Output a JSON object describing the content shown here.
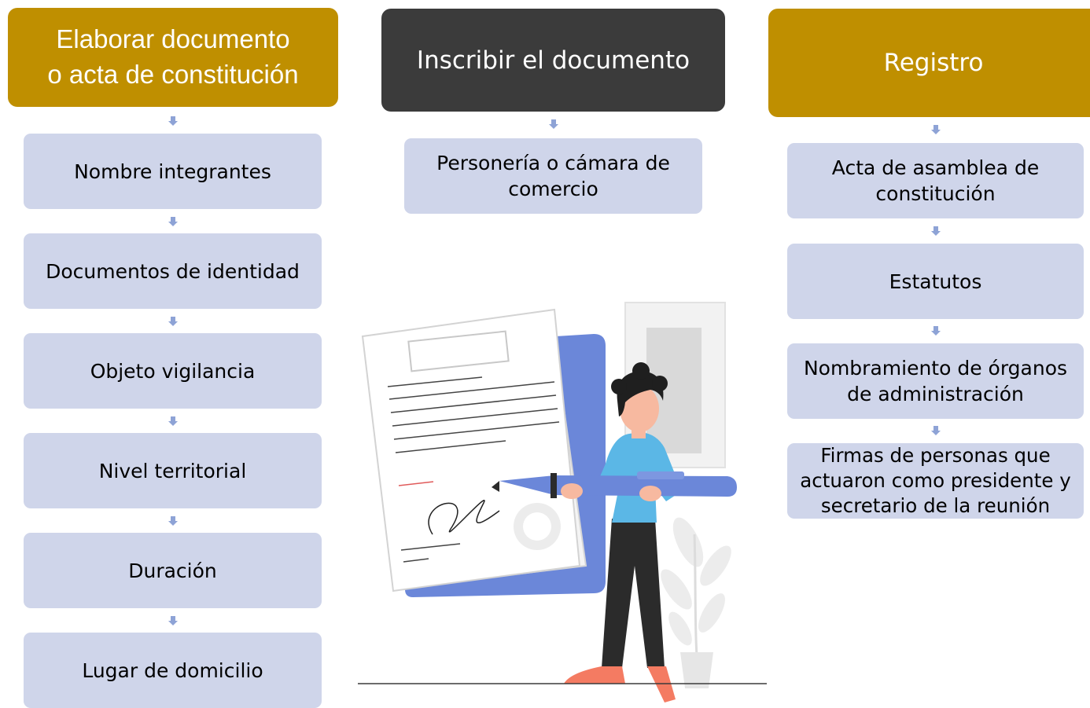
{
  "columns": [
    {
      "header": [
        "Elaborar documento",
        "o acta de constitución"
      ],
      "items": [
        "Nombre integrantes",
        "Documentos de identidad",
        "Objeto vigilancia",
        "Nivel territorial",
        "Duración",
        "Lugar de domicilio"
      ]
    },
    {
      "header": [
        "Inscribir el documento"
      ],
      "items": [
        [
          "Personería o cámara de",
          "comercio"
        ]
      ]
    },
    {
      "header": [
        "Registro"
      ],
      "items": [
        [
          "Acta de asamblea de",
          "constitución"
        ],
        [
          "Estatutos"
        ],
        [
          "Nombramiento de órganos",
          "de administración"
        ],
        [
          "Firmas de personas que",
          "actuaron como presidente y",
          "secretario de la reunión"
        ]
      ]
    }
  ],
  "colors": {
    "gold": "#bf8f00",
    "dark": "#3b3b3b",
    "box": "#cfd5ea",
    "arrow": "#8ea3d6",
    "illustration_accent": "#6b87d9",
    "shirt": "#5bb7e6"
  },
  "illustration": "woman-holding-giant-pen-beside-signed-document"
}
